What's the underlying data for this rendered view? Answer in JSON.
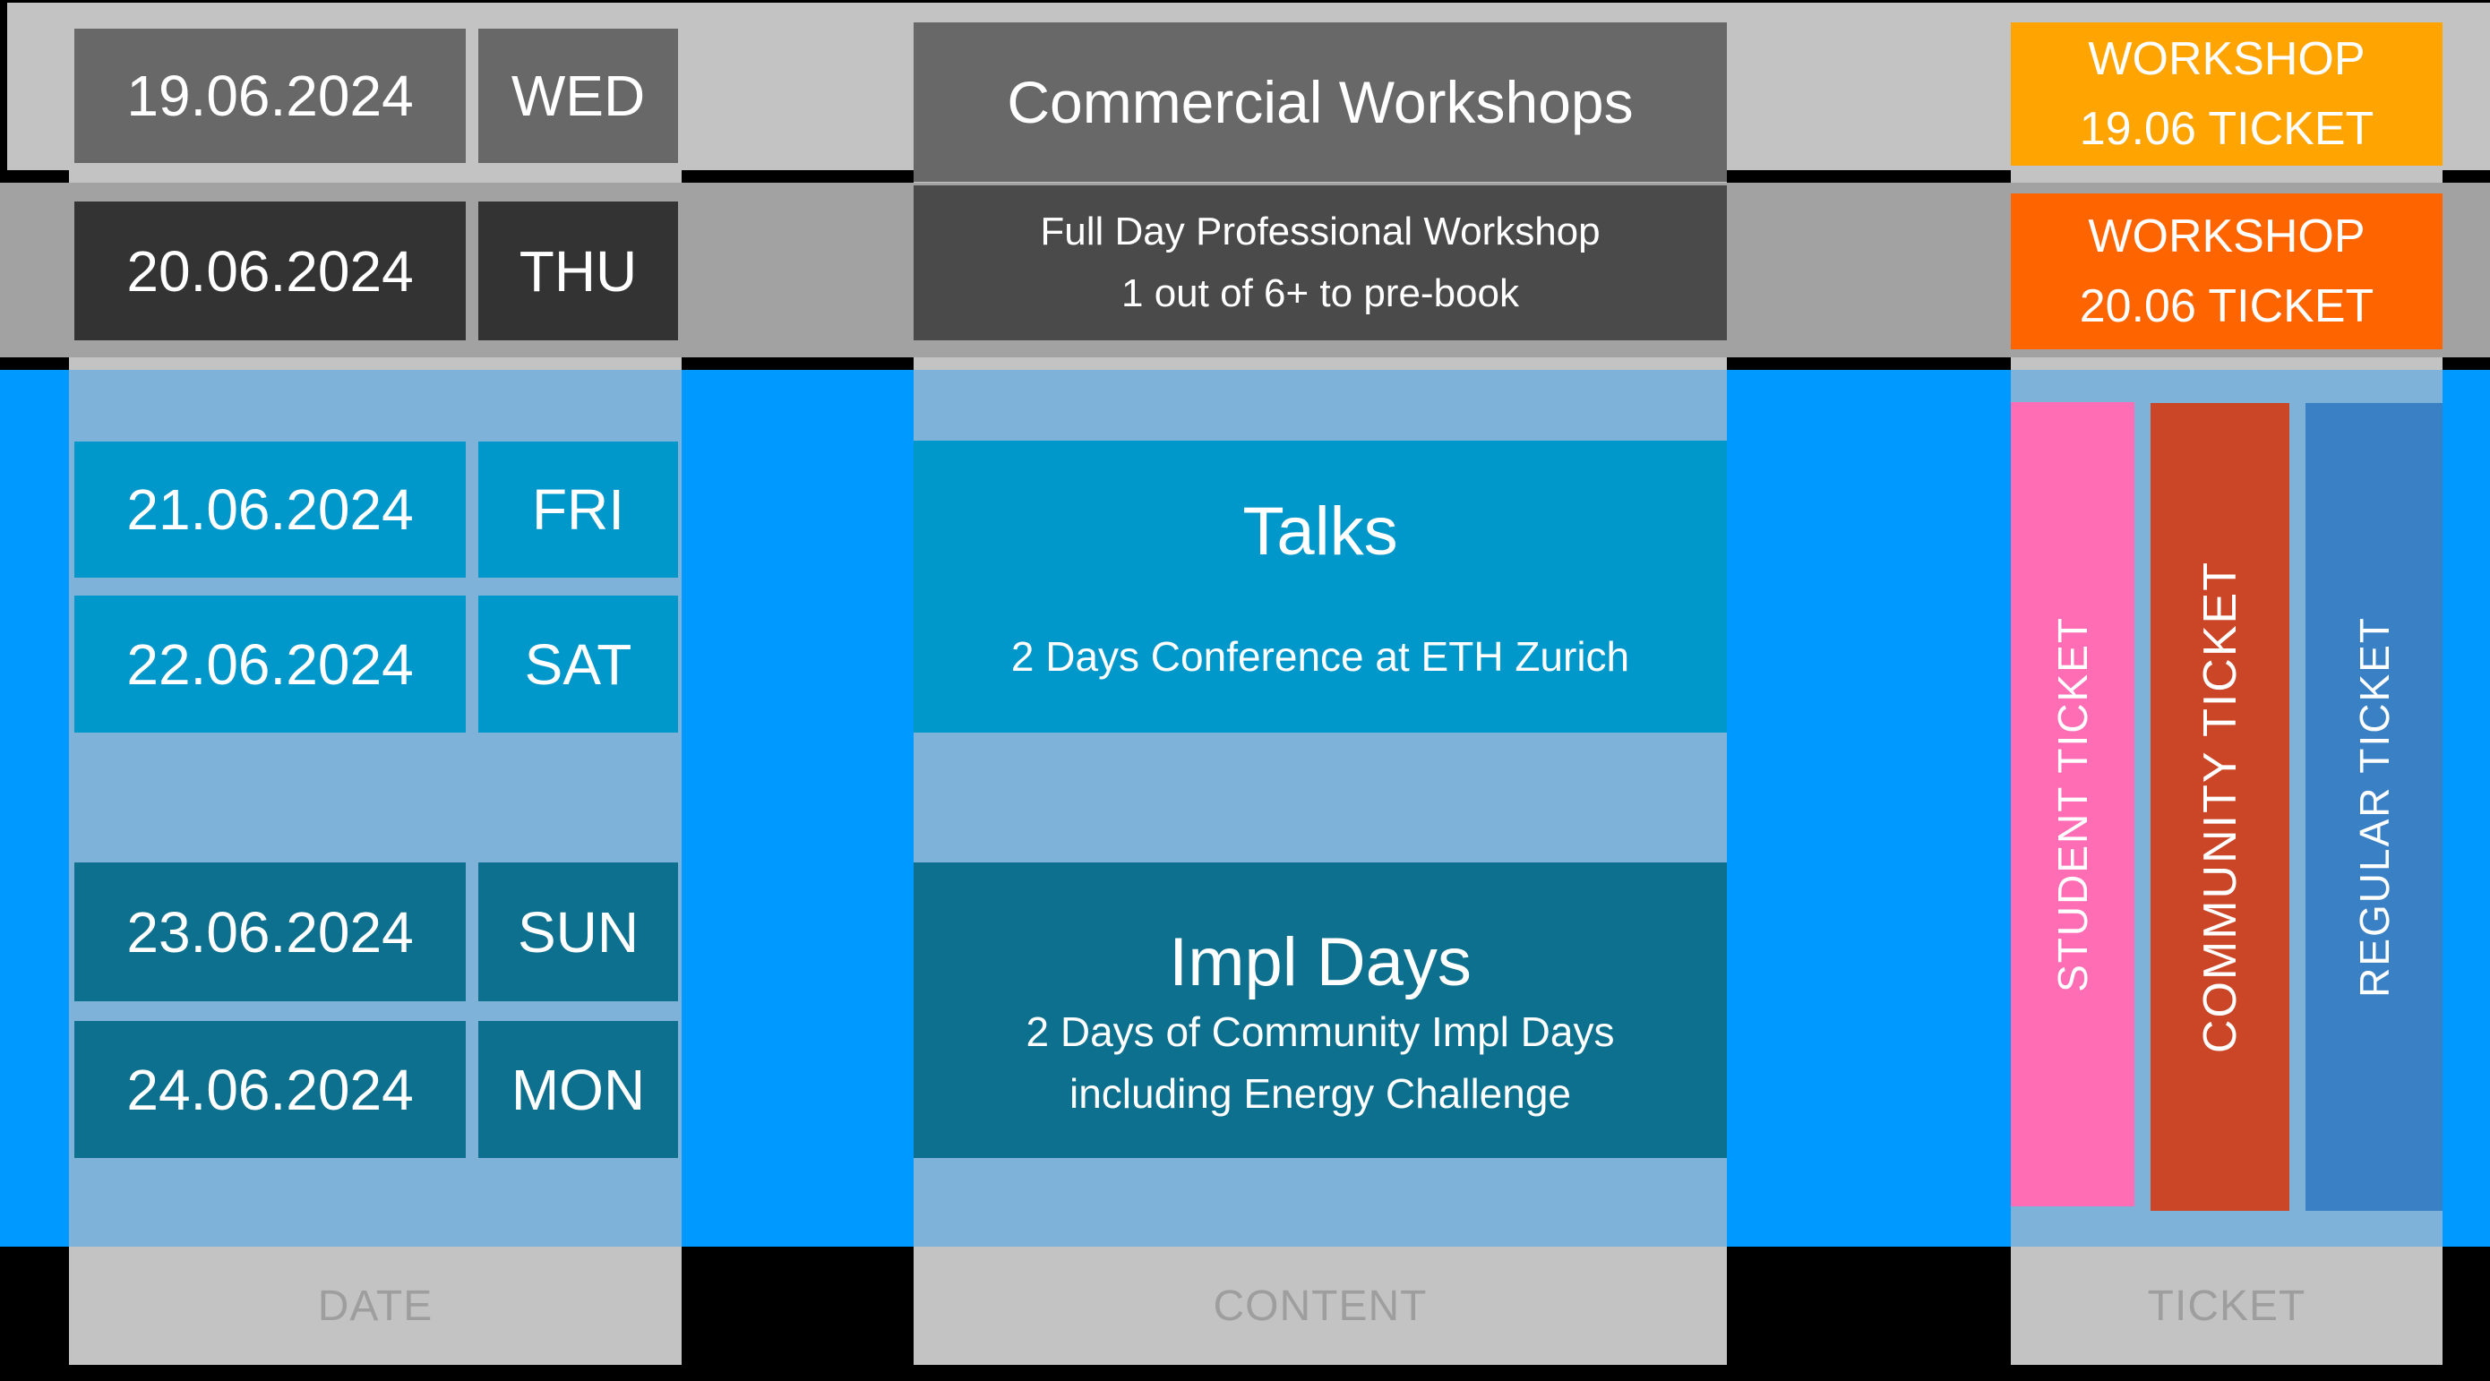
{
  "pre_conference": {
    "row1": {
      "date": "19.06.2024",
      "weekday": "WED"
    },
    "row2": {
      "date": "20.06.2024",
      "weekday": "THU"
    },
    "content": {
      "title": "Commercial Workshops",
      "subtitle_line1": "Full Day Professional Workshop",
      "subtitle_line2": "1 out of 6+ to pre-book"
    },
    "ticket1": {
      "line1": "WORKSHOP",
      "line2": "19.06 TICKET"
    },
    "ticket2": {
      "line1": "WORKSHOP",
      "line2": "20.06 TICKET"
    }
  },
  "talks": {
    "row1": {
      "date": "21.06.2024",
      "weekday": "FRI"
    },
    "row2": {
      "date": "22.06.2024",
      "weekday": "SAT"
    },
    "title": "Talks",
    "subtitle": "2 Days Conference at ETH Zurich"
  },
  "impl_days": {
    "row1": {
      "date": "23.06.2024",
      "weekday": "SUN"
    },
    "row2": {
      "date": "24.06.2024",
      "weekday": "MON"
    },
    "title": "Impl Days",
    "subtitle_line1": "2 Days of Community Impl Days",
    "subtitle_line2": "including Energy Challenge"
  },
  "tickets": {
    "student": {
      "label": "STUDENT TICKET",
      "color": "#ff6db5"
    },
    "community": {
      "label": "COMMUNITY TICKET",
      "color": "#cb4527"
    },
    "regular": {
      "label": "REGULAR TICKET",
      "color": "#3a80c5"
    },
    "workshop_day1_color": "#ffa400",
    "workshop_day2_color": "#fe6500"
  },
  "footer": {
    "date_label": "DATE",
    "content_label": "CONTENT",
    "ticket_label": "TICKET"
  },
  "colors": {
    "background": "#000000",
    "band_day1": "#c3c3c3",
    "band_day2": "#a2a2a2",
    "conference_background": "#0099ff",
    "column_panel_blue": "#7fb2d9",
    "cell_day1": "#686868",
    "cell_day2": "#333333",
    "talks_teal": "#0098cb",
    "impl_dark_teal": "#0d708e",
    "footer_box": "#c3c3c3",
    "footer_text": "#9e9e9e"
  }
}
